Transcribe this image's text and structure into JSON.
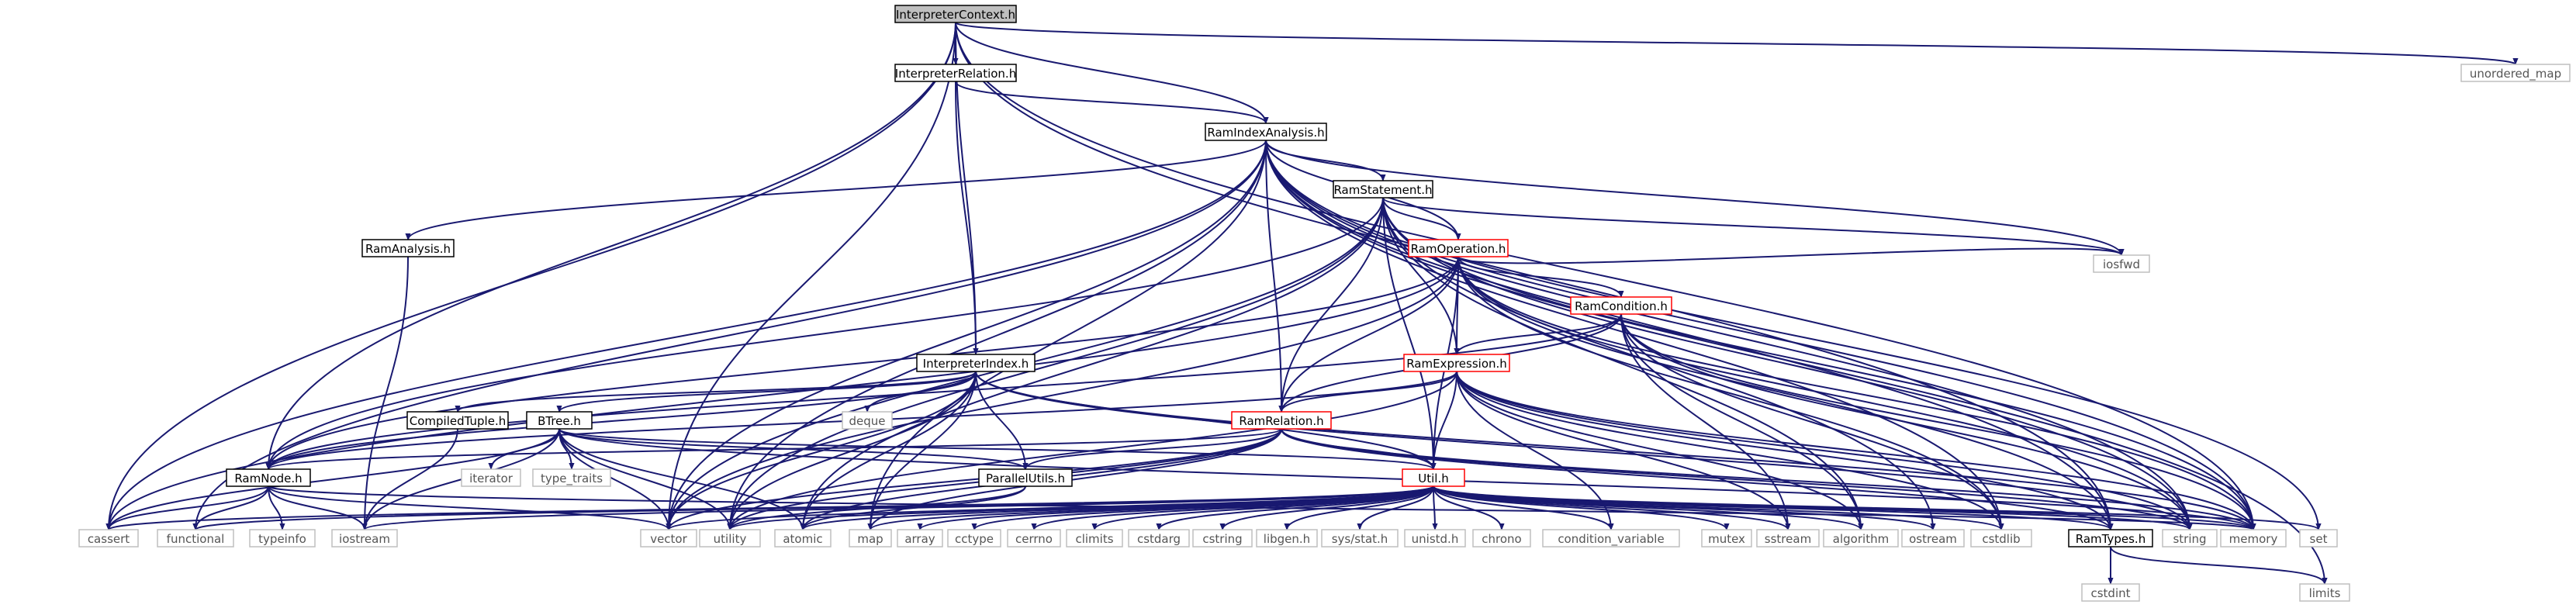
{
  "colors": {
    "edge": "#191970",
    "text": "#000000",
    "border_normal": "#000000",
    "border_truncated": "#ff0000",
    "border_system": "#bfbfbf",
    "fill_root": "#bfbfbf",
    "fill_default": "#ffffff",
    "text_system": "#555555"
  },
  "nodes": [
    {
      "id": "ictx",
      "label": "InterpreterContext.h",
      "kind": "root"
    },
    {
      "id": "irel",
      "label": "InterpreterRelation.h",
      "kind": "normal"
    },
    {
      "id": "unordered_map",
      "label": "unordered_map",
      "kind": "system"
    },
    {
      "id": "ria",
      "label": "RamIndexAnalysis.h",
      "kind": "normal"
    },
    {
      "id": "rstmt",
      "label": "RamStatement.h",
      "kind": "normal"
    },
    {
      "id": "rana",
      "label": "RamAnalysis.h",
      "kind": "normal"
    },
    {
      "id": "rop",
      "label": "RamOperation.h",
      "kind": "truncated"
    },
    {
      "id": "iosfwd",
      "label": "iosfwd",
      "kind": "system"
    },
    {
      "id": "rcond",
      "label": "RamCondition.h",
      "kind": "truncated"
    },
    {
      "id": "iidx",
      "label": "InterpreterIndex.h",
      "kind": "normal"
    },
    {
      "id": "rexpr",
      "label": "RamExpression.h",
      "kind": "truncated"
    },
    {
      "id": "ctuple",
      "label": "CompiledTuple.h",
      "kind": "normal"
    },
    {
      "id": "btree",
      "label": "BTree.h",
      "kind": "normal"
    },
    {
      "id": "deque",
      "label": "deque",
      "kind": "system"
    },
    {
      "id": "rrel",
      "label": "RamRelation.h",
      "kind": "truncated"
    },
    {
      "id": "iterator",
      "label": "iterator",
      "kind": "system"
    },
    {
      "id": "type_traits",
      "label": "type_traits",
      "kind": "system"
    },
    {
      "id": "par",
      "label": "ParallelUtils.h",
      "kind": "normal"
    },
    {
      "id": "rnode",
      "label": "RamNode.h",
      "kind": "normal"
    },
    {
      "id": "util",
      "label": "Util.h",
      "kind": "truncated"
    },
    {
      "id": "cassert",
      "label": "cassert",
      "kind": "system"
    },
    {
      "id": "functional",
      "label": "functional",
      "kind": "system"
    },
    {
      "id": "typeinfo",
      "label": "typeinfo",
      "kind": "system"
    },
    {
      "id": "iostream",
      "label": "iostream",
      "kind": "system"
    },
    {
      "id": "vector",
      "label": "vector",
      "kind": "system"
    },
    {
      "id": "utility",
      "label": "utility",
      "kind": "system"
    },
    {
      "id": "atomic",
      "label": "atomic",
      "kind": "system"
    },
    {
      "id": "map",
      "label": "map",
      "kind": "system"
    },
    {
      "id": "array",
      "label": "array",
      "kind": "system"
    },
    {
      "id": "cctype",
      "label": "cctype",
      "kind": "system"
    },
    {
      "id": "cerrno",
      "label": "cerrno",
      "kind": "system"
    },
    {
      "id": "climits",
      "label": "climits",
      "kind": "system"
    },
    {
      "id": "cstdarg",
      "label": "cstdarg",
      "kind": "system"
    },
    {
      "id": "cstring",
      "label": "cstring",
      "kind": "system"
    },
    {
      "id": "libgen",
      "label": "libgen.h",
      "kind": "system"
    },
    {
      "id": "sysstat",
      "label": "sys/stat.h",
      "kind": "system"
    },
    {
      "id": "unistd",
      "label": "unistd.h",
      "kind": "system"
    },
    {
      "id": "chrono",
      "label": "chrono",
      "kind": "system"
    },
    {
      "id": "condvar",
      "label": "condition_variable",
      "kind": "system"
    },
    {
      "id": "mutex",
      "label": "mutex",
      "kind": "system"
    },
    {
      "id": "sstream",
      "label": "sstream",
      "kind": "system"
    },
    {
      "id": "algorithm",
      "label": "algorithm",
      "kind": "system"
    },
    {
      "id": "ostream",
      "label": "ostream",
      "kind": "system"
    },
    {
      "id": "cstdlib",
      "label": "cstdlib",
      "kind": "system"
    },
    {
      "id": "rtypes",
      "label": "RamTypes.h",
      "kind": "normal"
    },
    {
      "id": "string",
      "label": "string",
      "kind": "system"
    },
    {
      "id": "memory",
      "label": "memory",
      "kind": "system"
    },
    {
      "id": "set",
      "label": "set",
      "kind": "system"
    },
    {
      "id": "cstdint",
      "label": "cstdint",
      "kind": "system"
    },
    {
      "id": "limits",
      "label": "limits",
      "kind": "system"
    }
  ],
  "edges": [
    [
      "ictx",
      "irel"
    ],
    [
      "ictx",
      "ria"
    ],
    [
      "ictx",
      "unordered_map"
    ],
    [
      "ictx",
      "iidx"
    ],
    [
      "ictx",
      "rnode"
    ],
    [
      "ictx",
      "cassert"
    ],
    [
      "ictx",
      "vector"
    ],
    [
      "ictx",
      "memory"
    ],
    [
      "ictx",
      "rtypes"
    ],
    [
      "irel",
      "ria"
    ],
    [
      "irel",
      "iidx"
    ],
    [
      "ria",
      "rstmt"
    ],
    [
      "ria",
      "rana"
    ],
    [
      "ria",
      "rop"
    ],
    [
      "ria",
      "rrel"
    ],
    [
      "ria",
      "cassert"
    ],
    [
      "ria",
      "functional"
    ],
    [
      "ria",
      "vector"
    ],
    [
      "ria",
      "utility"
    ],
    [
      "ria",
      "map"
    ],
    [
      "ria",
      "iosfwd"
    ],
    [
      "ria",
      "cstdlib"
    ],
    [
      "ria",
      "string"
    ],
    [
      "ria",
      "memory"
    ],
    [
      "ria",
      "set"
    ],
    [
      "ria",
      "limits"
    ],
    [
      "ria",
      "rtypes"
    ],
    [
      "rstmt",
      "rop"
    ],
    [
      "rstmt",
      "rexpr"
    ],
    [
      "rstmt",
      "rrel"
    ],
    [
      "rstmt",
      "util"
    ],
    [
      "rstmt",
      "rnode"
    ],
    [
      "rstmt",
      "vector"
    ],
    [
      "rstmt",
      "utility"
    ],
    [
      "rstmt",
      "atomic"
    ],
    [
      "rstmt",
      "algorithm"
    ],
    [
      "rstmt",
      "ostream"
    ],
    [
      "rstmt",
      "string"
    ],
    [
      "rstmt",
      "memory"
    ],
    [
      "rstmt",
      "iosfwd"
    ],
    [
      "rana",
      "iostream"
    ],
    [
      "rop",
      "rcond"
    ],
    [
      "rop",
      "rexpr"
    ],
    [
      "rop",
      "rrel"
    ],
    [
      "rop",
      "util"
    ],
    [
      "rop",
      "rnode"
    ],
    [
      "rop",
      "cassert"
    ],
    [
      "rop",
      "vector"
    ],
    [
      "rop",
      "iosfwd"
    ],
    [
      "rop",
      "rtypes"
    ],
    [
      "rop",
      "string"
    ],
    [
      "rop",
      "memory"
    ],
    [
      "rop",
      "cstdlib"
    ],
    [
      "rcond",
      "rexpr"
    ],
    [
      "rcond",
      "rrel"
    ],
    [
      "rcond",
      "rnode"
    ],
    [
      "rcond",
      "sstream"
    ],
    [
      "rcond",
      "algorithm"
    ],
    [
      "rcond",
      "cstdlib"
    ],
    [
      "rcond",
      "string"
    ],
    [
      "rcond",
      "memory"
    ],
    [
      "iidx",
      "ctuple"
    ],
    [
      "iidx",
      "btree"
    ],
    [
      "iidx",
      "deque"
    ],
    [
      "iidx",
      "par"
    ],
    [
      "iidx",
      "util"
    ],
    [
      "iidx",
      "rnode"
    ],
    [
      "iidx",
      "vector"
    ],
    [
      "iidx",
      "utility"
    ],
    [
      "iidx",
      "atomic"
    ],
    [
      "iidx",
      "map"
    ],
    [
      "iidx",
      "string"
    ],
    [
      "iidx",
      "memory"
    ],
    [
      "rexpr",
      "rrel"
    ],
    [
      "rexpr",
      "util"
    ],
    [
      "rexpr",
      "rnode"
    ],
    [
      "rexpr",
      "sstream"
    ],
    [
      "rexpr",
      "algorithm"
    ],
    [
      "rexpr",
      "cstdlib"
    ],
    [
      "rexpr",
      "string"
    ],
    [
      "rexpr",
      "rtypes"
    ],
    [
      "rexpr",
      "utility"
    ],
    [
      "rexpr",
      "condvar"
    ],
    [
      "rexpr",
      "memory"
    ],
    [
      "ctuple",
      "iostream"
    ],
    [
      "btree",
      "par"
    ],
    [
      "btree",
      "util"
    ],
    [
      "btree",
      "iterator"
    ],
    [
      "btree",
      "type_traits"
    ],
    [
      "btree",
      "cassert"
    ],
    [
      "btree",
      "iostream"
    ],
    [
      "btree",
      "vector"
    ],
    [
      "btree",
      "utility"
    ],
    [
      "btree",
      "atomic"
    ],
    [
      "btree",
      "memory"
    ],
    [
      "rrel",
      "par"
    ],
    [
      "rrel",
      "util"
    ],
    [
      "rrel",
      "rnode"
    ],
    [
      "rrel",
      "utility"
    ],
    [
      "rrel",
      "atomic"
    ],
    [
      "rrel",
      "map"
    ],
    [
      "rrel",
      "string"
    ],
    [
      "rrel",
      "rtypes"
    ],
    [
      "rrel",
      "memory"
    ],
    [
      "rrel",
      "vector"
    ],
    [
      "par",
      "atomic"
    ],
    [
      "par",
      "utility"
    ],
    [
      "rnode",
      "cassert"
    ],
    [
      "rnode",
      "functional"
    ],
    [
      "rnode",
      "typeinfo"
    ],
    [
      "rnode",
      "iostream"
    ],
    [
      "rnode",
      "vector"
    ],
    [
      "rnode",
      "memory"
    ],
    [
      "util",
      "cassert"
    ],
    [
      "util",
      "functional"
    ],
    [
      "util",
      "iostream"
    ],
    [
      "util",
      "vector"
    ],
    [
      "util",
      "utility"
    ],
    [
      "util",
      "atomic"
    ],
    [
      "util",
      "map"
    ],
    [
      "util",
      "array"
    ],
    [
      "util",
      "cctype"
    ],
    [
      "util",
      "cerrno"
    ],
    [
      "util",
      "climits"
    ],
    [
      "util",
      "cstdarg"
    ],
    [
      "util",
      "cstring"
    ],
    [
      "util",
      "libgen"
    ],
    [
      "util",
      "sysstat"
    ],
    [
      "util",
      "unistd"
    ],
    [
      "util",
      "chrono"
    ],
    [
      "util",
      "condvar"
    ],
    [
      "util",
      "mutex"
    ],
    [
      "util",
      "sstream"
    ],
    [
      "util",
      "algorithm"
    ],
    [
      "util",
      "ostream"
    ],
    [
      "util",
      "cstdlib"
    ],
    [
      "util",
      "rtypes"
    ],
    [
      "util",
      "string"
    ],
    [
      "util",
      "memory"
    ],
    [
      "util",
      "set"
    ],
    [
      "rtypes",
      "cstdint"
    ],
    [
      "rtypes",
      "limits"
    ]
  ]
}
